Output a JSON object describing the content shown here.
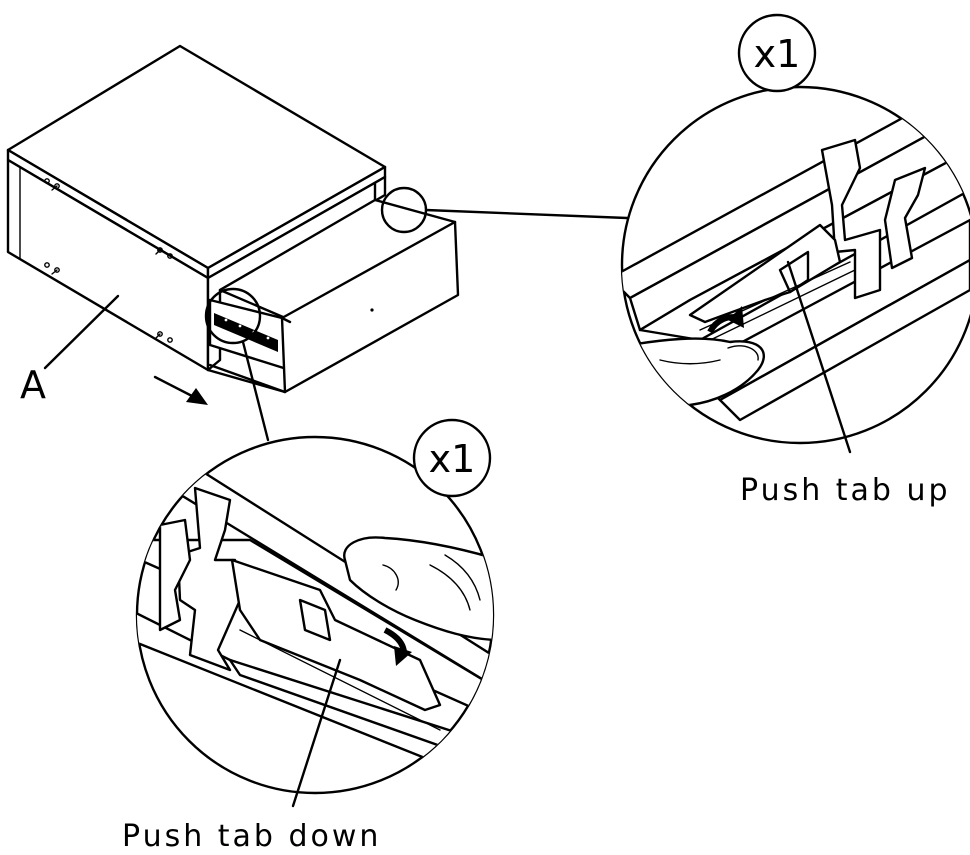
{
  "part_label": "A",
  "upper_detail": {
    "quantity": "x1",
    "instruction": "Push tab up"
  },
  "lower_detail": {
    "quantity": "x1",
    "instruction": "Push tab down"
  },
  "colors": {
    "line": "#000000",
    "background": "#ffffff"
  },
  "icons": [
    "pull-arrow-icon",
    "rotate-arrow-icon"
  ]
}
